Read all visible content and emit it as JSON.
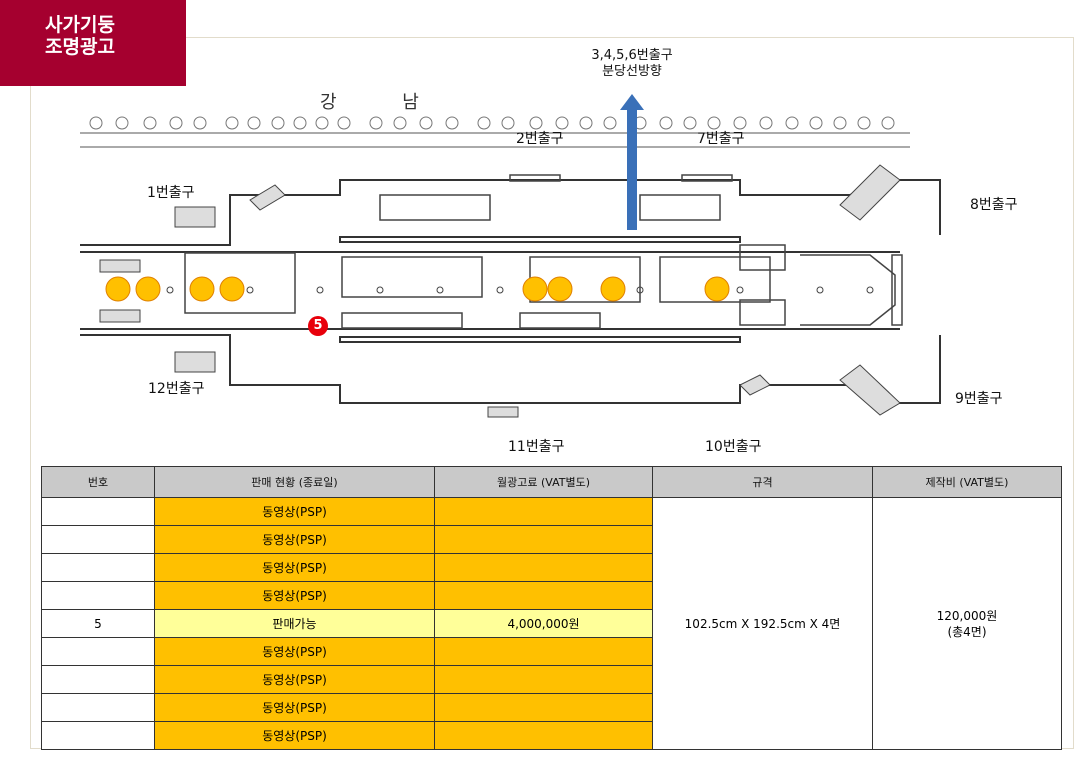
{
  "header": {
    "badge_line1": "사가기둥",
    "badge_line2": "조명광고"
  },
  "map": {
    "station_name": "강  남",
    "direction_line1": "3,4,5,6번출구",
    "direction_line2": "분당선방향",
    "exits": {
      "exit1": "1번출구",
      "exit2": "2번출구",
      "exit7": "7번출구",
      "exit8": "8번출구",
      "exit9": "9번출구",
      "exit10": "10번출구",
      "exit11": "11번출구",
      "exit12": "12번출구"
    },
    "marker_label": "5",
    "colors": {
      "pillar": "#ffc000",
      "marker": "#e8000b",
      "arrow": "#3a70b8"
    }
  },
  "table": {
    "headers": [
      "번호",
      "판매 현황 (종료일)",
      "월광고료 (VAT별도)",
      "규격",
      "제작비 (VAT별도)"
    ],
    "rows": [
      {
        "num": "",
        "status": "동영상(PSP)",
        "price": "",
        "type": "psp"
      },
      {
        "num": "",
        "status": "동영상(PSP)",
        "price": "",
        "type": "psp"
      },
      {
        "num": "",
        "status": "동영상(PSP)",
        "price": "",
        "type": "psp"
      },
      {
        "num": "",
        "status": "동영상(PSP)",
        "price": "",
        "type": "psp"
      },
      {
        "num": "5",
        "status": "판매가능",
        "price": "4,000,000원",
        "type": "sale"
      },
      {
        "num": "",
        "status": "동영상(PSP)",
        "price": "",
        "type": "psp"
      },
      {
        "num": "",
        "status": "동영상(PSP)",
        "price": "",
        "type": "psp"
      },
      {
        "num": "",
        "status": "동영상(PSP)",
        "price": "",
        "type": "psp"
      },
      {
        "num": "",
        "status": "동영상(PSP)",
        "price": "",
        "type": "psp"
      }
    ],
    "spec": "102.5cm X 192.5cm X 4면",
    "production_cost_line1": "120,000원",
    "production_cost_line2": "(총4면)",
    "colors": {
      "psp": "#ffc000",
      "sale": "#ffff99",
      "header": "#c9c9c9"
    }
  }
}
